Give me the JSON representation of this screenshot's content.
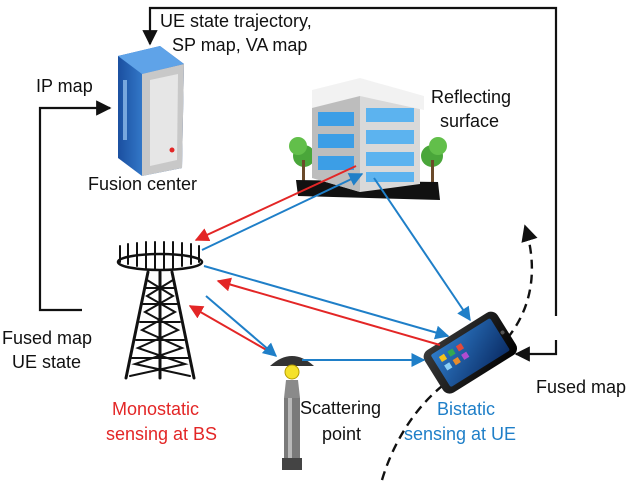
{
  "labels": {
    "ue_state_line1": "UE state trajectory,",
    "ue_state_line2": "SP map, VA map",
    "ip_map": "IP map",
    "fusion_center": "Fusion center",
    "reflecting_line1": "Reflecting",
    "reflecting_line2": "surface",
    "fused_left_line1": "Fused map",
    "fused_left_line2": "UE state",
    "fused_right": "Fused map",
    "monostatic_line1": "Monostatic",
    "monostatic_line2": "sensing at BS",
    "scattering_line1": "Scattering",
    "scattering_line2": "point",
    "bistatic_line1": "Bistatic",
    "bistatic_line2": "sensing at UE"
  },
  "colors": {
    "monostatic": "#e32626",
    "bistatic": "#1f7fc8",
    "text": "#111111"
  },
  "icons": [
    "server-icon",
    "building-icon",
    "tower-icon",
    "lamp-icon",
    "smartphone-icon"
  ]
}
